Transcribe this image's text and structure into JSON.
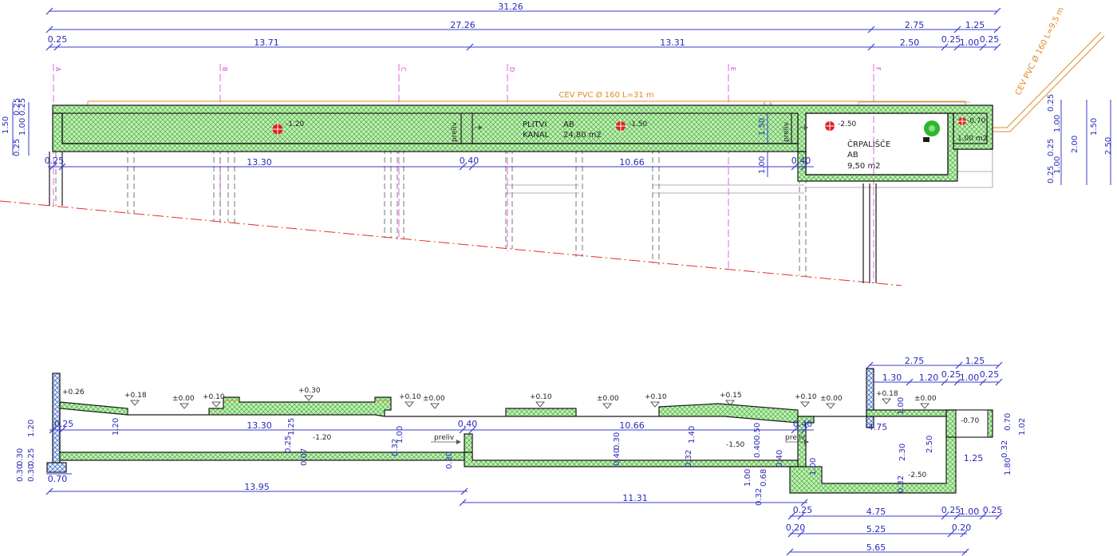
{
  "plan": {
    "top_dims": {
      "overall": "31.26",
      "row2_main": "27.26",
      "row2_right": "2.75",
      "row2_far_right": "1.25",
      "row3": [
        "0.25",
        "13.71",
        "13.31",
        "2.50",
        "0.25",
        "1.00",
        "0.25"
      ]
    },
    "axes": [
      "A",
      "B",
      "C",
      "D",
      "E",
      "F"
    ],
    "pipe_top": "CEV   PVC   Ø 160    L=31 m",
    "pipe_diag": "CEV  PVC  Ø 160  L=9,5 m",
    "rooms": {
      "channel_name_1": "PLITVI",
      "channel_name_2": "KANAL",
      "channel_mat": "AB",
      "channel_area": "24,80 m2",
      "sump_name": "ČRPALIŠČE",
      "sump_mat": "AB",
      "sump_area": "9,50 m2",
      "small_area": "1,00 m2"
    },
    "levels": [
      "-1.20",
      "-1.50",
      "-2.50",
      "-0.70"
    ],
    "preliv": "preliv",
    "inner_dims": [
      "0.25",
      "13.30",
      "0.40",
      "10.66",
      "0.40",
      "1.00",
      "1.50"
    ],
    "left_dims": [
      "1.50",
      "0.25",
      "1.00",
      "0.25",
      "0.25"
    ],
    "right_dims": [
      "0.25",
      "1.00",
      "0.25",
      "2.00",
      "1.00",
      "0.25",
      "1.50",
      "2.50"
    ]
  },
  "section": {
    "top_levels": [
      "+0.26",
      "+0.18",
      "±0.00",
      "+0.10",
      "+0.30",
      "+0.10",
      "±0.00",
      "+0.10",
      "±0.00",
      "+0.10",
      "+0.15",
      "+0.10",
      "±0.00",
      "+0.18",
      "±0.00"
    ],
    "inner_levels": [
      "-1.20",
      "-1.50",
      "-2.50",
      "-0.70"
    ],
    "preliv": "preliv",
    "inner_dims": [
      "0.25",
      "13.30",
      "0.40",
      "10.66",
      "0.40",
      "4.75"
    ],
    "bottom_dims": [
      "0.70",
      "13.95",
      "11.31"
    ],
    "vertical_dims": [
      "1.20",
      "0.30",
      "0.25",
      "0.30",
      "0.30",
      "1.20",
      "1.25",
      "0.25",
      "0.07",
      "1.00",
      "0.32",
      "0.30",
      "0.30",
      "0.40",
      "1.40",
      "0.32",
      "0.50",
      "0.40",
      "0.40",
      "1.00",
      "0.32",
      "0.68",
      "1.00",
      "2.30",
      "2.50",
      "0.32",
      "0.32",
      "0.70",
      "1.02",
      "1.80",
      "1.25",
      "1.00"
    ],
    "right_top_dims": [
      "2.75",
      "1.25",
      "1.30",
      "1.20",
      "0.25",
      "1.00",
      "0.25"
    ],
    "bottom_right_dims": [
      "0.25",
      "4.75",
      "0.25",
      "1.00",
      "0.25",
      "0.20",
      "5.25",
      "0.20",
      "5.65"
    ]
  }
}
